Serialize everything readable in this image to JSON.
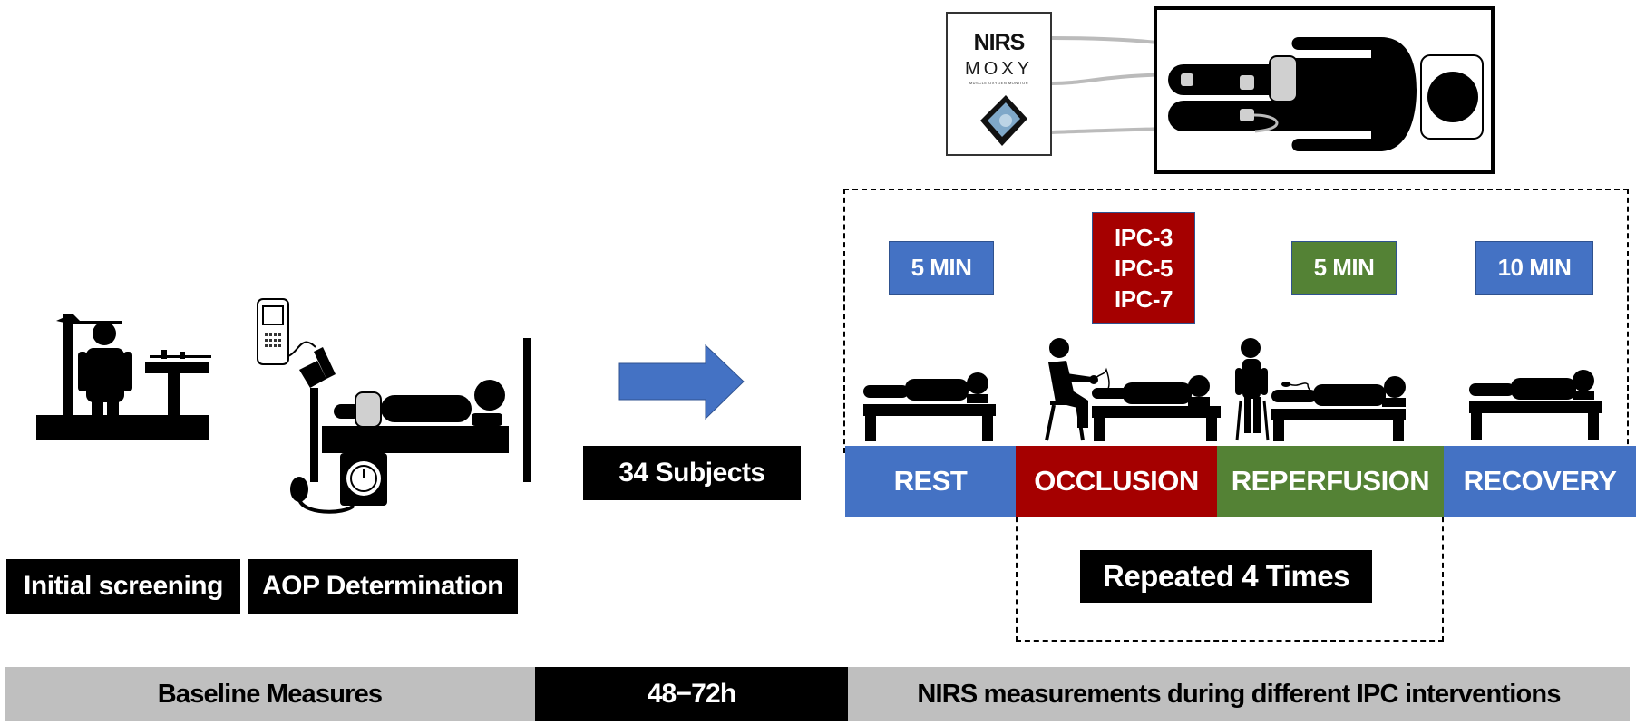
{
  "colors": {
    "blue": "#4472c4",
    "red": "#a50000",
    "green": "#548235",
    "black": "#000000",
    "gray": "#bfbfbf",
    "cuff_gray": "#d0d0d0"
  },
  "baseline": {
    "labels": [
      "Initial screening",
      "AOP Determination"
    ],
    "icons": [
      "height-weight-scale-icon",
      "doppler-cuff-supine-patient-icon"
    ]
  },
  "transition": {
    "arrow_icon": "right-arrow-icon",
    "subjects_label": "34 Subjects"
  },
  "device": {
    "title": "NIRS",
    "brand": "MOXY",
    "brand_sub": "MUSCLE OXYGEN MONITOR",
    "icons": [
      "moxy-sensor-icon",
      "supine-patient-with-sensors-icon"
    ]
  },
  "protocol": {
    "durations": [
      {
        "text": "5 MIN",
        "color": "blue"
      },
      {
        "lines": [
          "IPC-3",
          "IPC-5",
          "IPC-7"
        ],
        "color": "red"
      },
      {
        "text": "5 MIN",
        "color": "green"
      },
      {
        "text": "10 MIN",
        "color": "blue"
      }
    ],
    "phases": [
      {
        "label": "REST",
        "color": "blue"
      },
      {
        "label": "OCCLUSION",
        "color": "red"
      },
      {
        "label": "REPERFUSION",
        "color": "green"
      },
      {
        "label": "RECOVERY",
        "color": "blue"
      }
    ],
    "repeat_label": "Repeated 4 Times"
  },
  "footer": {
    "segments": [
      "Baseline Measures",
      "48−72h",
      "NIRS measurements during different IPC interventions"
    ]
  }
}
